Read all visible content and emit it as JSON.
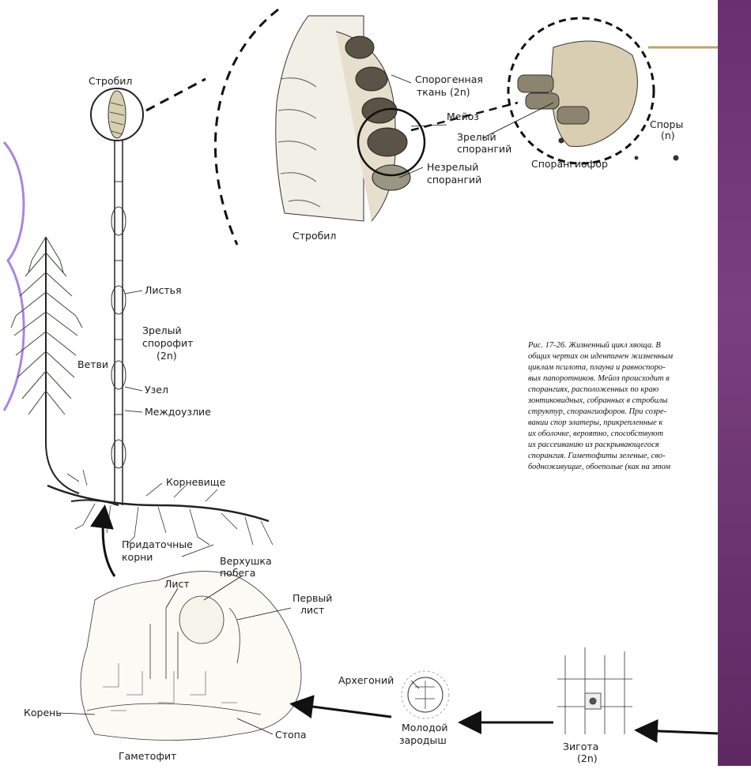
{
  "labels": {
    "strobil_top": "Стробил",
    "strobil_bottom": "Стробил",
    "sporogenous": "Спорогенная",
    "sporogenous2": "ткань (2n)",
    "meiosis": "Мейоз",
    "mature_sporangium": "Зрелый",
    "mature_sporangium2": "спорангий",
    "immature_sporangium": "Незрелый",
    "immature_sporangium2": "спорангий",
    "sporangiophore": "Спорангиофор",
    "spores": "Споры",
    "spores2": "(n)",
    "leaves": "Листья",
    "mature_sporophyte": "Зрелый",
    "mature_sporophyte2": "спорофит",
    "mature_sporophyte3": "(2n)",
    "branches": "Ветви",
    "node": "Узел",
    "internode": "Междоузлие",
    "rhizome": "Корневище",
    "adventitious_roots": "Придаточные",
    "adventitious_roots2": "корни",
    "shoot_apex": "Верхушка",
    "shoot_apex2": "побега",
    "leaf": "Лист",
    "first_leaf": "Первый",
    "first_leaf2": "лист",
    "root": "Корень",
    "foot": "Стопа",
    "gametophyte": "Гаметофит",
    "archegonium": "Архегоний",
    "young_embryo": "Молодой",
    "young_embryo2": "зародыш",
    "zygote": "Зигота",
    "zygote2": "(2n)"
  },
  "caption": [
    "Рис. 17-26. Жизненный цикл хвоща. В",
    "общих чертах он идентичен жизненным",
    "циклам псилота, плауна и равноспоро-",
    "вых папоротников. Мейоз происходит в",
    "спорангиях, расположенных по краю",
    "зонтиковидных, собранных в стробилы",
    "структур, спорангиофоров. При созре-",
    "вании спор элатеры, прикрепленные к",
    "их оболочке, вероятно, способствуют",
    "их рассеиванию из раскрывающегося",
    "спорангия. Гаметофиты зеленые, сво-",
    "бодноживущие, обоеполые (как на этом"
  ],
  "colors": {
    "ink": "#1a1a1a",
    "band": "#6a2f6f",
    "band_line": "#b9a56a",
    "paper": "#ffffff"
  }
}
